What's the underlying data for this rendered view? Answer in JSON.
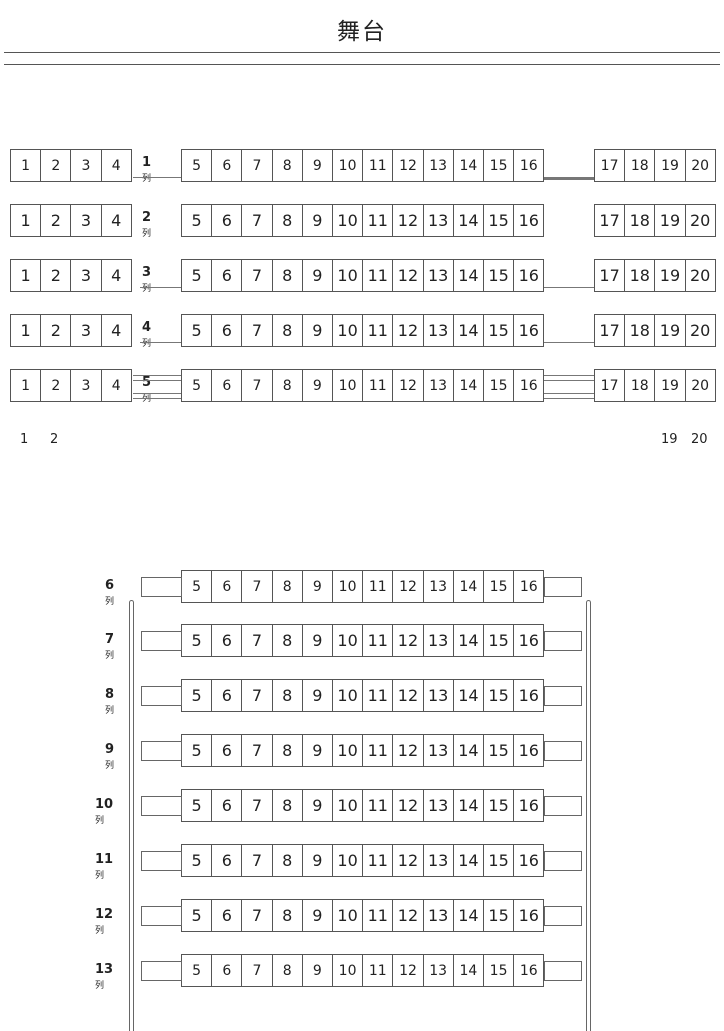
{
  "stage": {
    "title": "舞台"
  },
  "row_unit": "列",
  "front_rows": [
    {
      "label": "1",
      "left": [
        "1",
        "2",
        "3",
        "4"
      ],
      "center": [
        "5",
        "6",
        "7",
        "8",
        "9",
        "10",
        "11",
        "12",
        "13",
        "14",
        "15",
        "16"
      ],
      "right": [
        "17",
        "18",
        "19",
        "20"
      ]
    },
    {
      "label": "2",
      "left": [
        "1",
        "2",
        "3",
        "4"
      ],
      "center": [
        "5",
        "6",
        "7",
        "8",
        "9",
        "10",
        "11",
        "12",
        "13",
        "14",
        "15",
        "16"
      ],
      "right": [
        "17",
        "18",
        "19",
        "20"
      ]
    },
    {
      "label": "3",
      "left": [
        "1",
        "2",
        "3",
        "4"
      ],
      "center": [
        "5",
        "6",
        "7",
        "8",
        "9",
        "10",
        "11",
        "12",
        "13",
        "14",
        "15",
        "16"
      ],
      "right": [
        "17",
        "18",
        "19",
        "20"
      ]
    },
    {
      "label": "4",
      "left": [
        "1",
        "2",
        "3",
        "4"
      ],
      "center": [
        "5",
        "6",
        "7",
        "8",
        "9",
        "10",
        "11",
        "12",
        "13",
        "14",
        "15",
        "16"
      ],
      "right": [
        "17",
        "18",
        "19",
        "20"
      ]
    },
    {
      "label": "5",
      "left": [
        "1",
        "2",
        "3",
        "4"
      ],
      "center": [
        "5",
        "6",
        "7",
        "8",
        "9",
        "10",
        "11",
        "12",
        "13",
        "14",
        "15",
        "16"
      ],
      "right": [
        "17",
        "18",
        "19",
        "20"
      ]
    }
  ],
  "front_bottom_labels": {
    "left": [
      "1",
      "2"
    ],
    "right": [
      "19",
      "20"
    ]
  },
  "back_rows": [
    {
      "label": "6",
      "center": [
        "5",
        "6",
        "7",
        "8",
        "9",
        "10",
        "11",
        "12",
        "13",
        "14",
        "15",
        "16"
      ]
    },
    {
      "label": "7",
      "center": [
        "5",
        "6",
        "7",
        "8",
        "9",
        "10",
        "11",
        "12",
        "13",
        "14",
        "15",
        "16"
      ]
    },
    {
      "label": "8",
      "center": [
        "5",
        "6",
        "7",
        "8",
        "9",
        "10",
        "11",
        "12",
        "13",
        "14",
        "15",
        "16"
      ]
    },
    {
      "label": "9",
      "center": [
        "5",
        "6",
        "7",
        "8",
        "9",
        "10",
        "11",
        "12",
        "13",
        "14",
        "15",
        "16"
      ]
    },
    {
      "label": "10",
      "center": [
        "5",
        "6",
        "7",
        "8",
        "9",
        "10",
        "11",
        "12",
        "13",
        "14",
        "15",
        "16"
      ]
    },
    {
      "label": "11",
      "center": [
        "5",
        "6",
        "7",
        "8",
        "9",
        "10",
        "11",
        "12",
        "13",
        "14",
        "15",
        "16"
      ]
    },
    {
      "label": "12",
      "center": [
        "5",
        "6",
        "7",
        "8",
        "9",
        "10",
        "11",
        "12",
        "13",
        "14",
        "15",
        "16"
      ]
    },
    {
      "label": "13",
      "center": [
        "5",
        "6",
        "7",
        "8",
        "9",
        "10",
        "11",
        "12",
        "13",
        "14",
        "15",
        "16"
      ]
    }
  ]
}
